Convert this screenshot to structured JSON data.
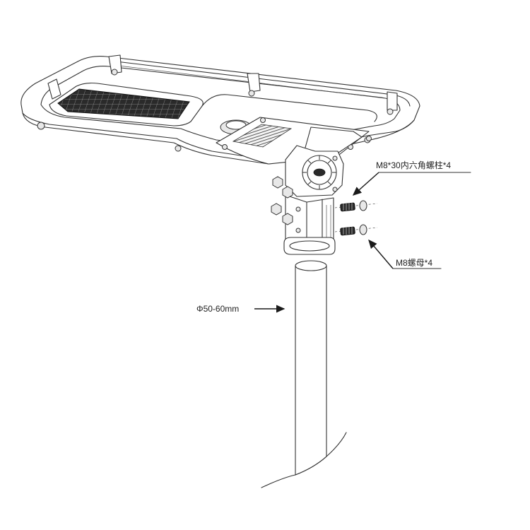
{
  "callouts": {
    "bolt_label": "M8*30内六角螺柱*4",
    "nut_label": "M8螺母*4",
    "pole_diameter_label": "Φ50-60mm"
  },
  "colors": {
    "line": "#333333",
    "panel": "#2a2a2a",
    "background": "#ffffff"
  }
}
